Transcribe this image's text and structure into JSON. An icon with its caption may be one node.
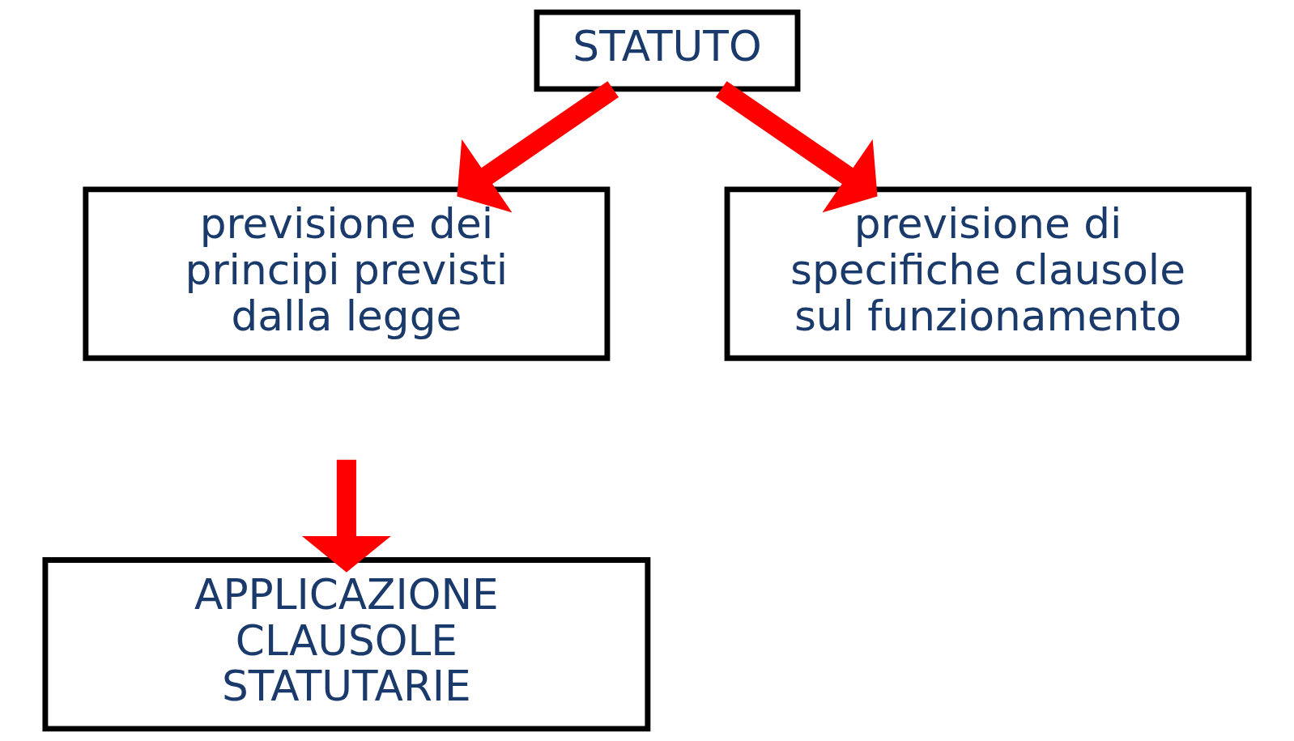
{
  "diagram": {
    "nodes": [
      {
        "text": [
          "STATUTO"
        ]
      },
      {
        "text": [
          "previsione dei principi previsti dalla legge"
        ]
      },
      {
        "text": [
          "previsione di specifiche clausole sul funzionamento"
        ]
      },
      {
        "text": [
          "APPLICAZIONE CLAUSOLE STATUTARIE"
        ]
      }
    ],
    "edges": [
      {
        "from": 0,
        "to": 1,
        "arrow": "to"
      },
      {
        "from": 0,
        "to": 2,
        "arrow": "to"
      },
      {
        "from": null,
        "to": 3,
        "arrow": "to"
      }
    ]
  }
}
